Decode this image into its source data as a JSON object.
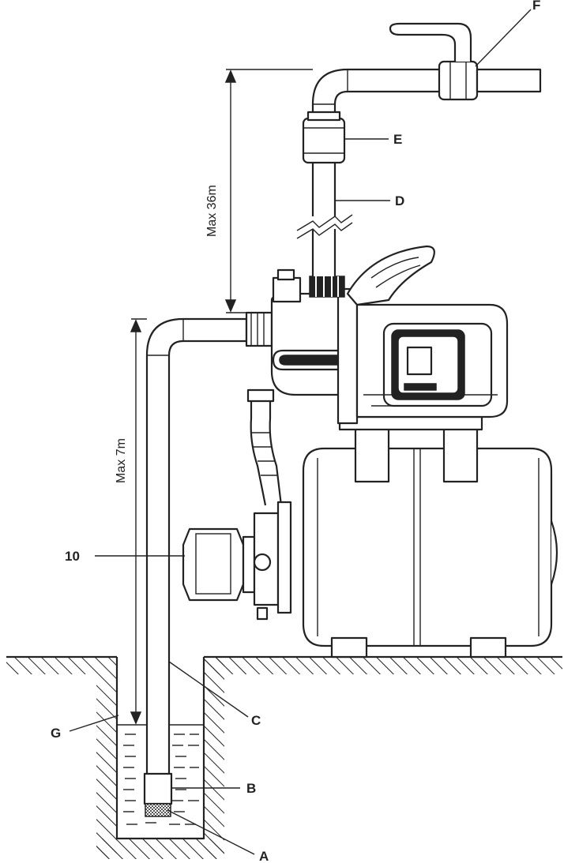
{
  "caption": "",
  "dimensions": {
    "discharge_height": "Max 36m",
    "suction_depth": "Max 7m"
  },
  "labels": {
    "F": "F",
    "E": "E",
    "D": "D",
    "C": "C",
    "G": "G",
    "B": "B",
    "A": "A",
    "ten": "10"
  },
  "colors": {
    "ink": "#222222",
    "background": "#ffffff"
  }
}
